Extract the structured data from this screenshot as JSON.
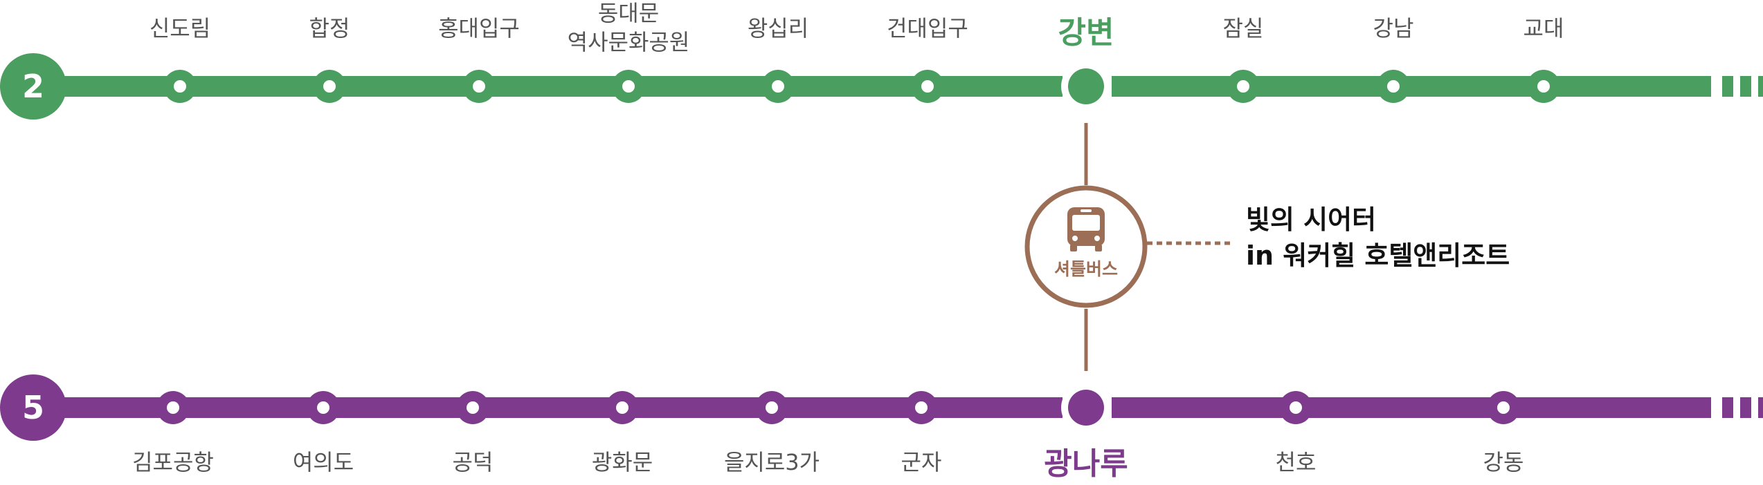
{
  "colors": {
    "line2": "#4a9e5f",
    "line5": "#7e3a8c",
    "shuttle": "#9b6e55",
    "text": "#555555",
    "dest": "#111111"
  },
  "line2": {
    "number": "2",
    "stations": [
      "신도림",
      "합정",
      "홍대입구",
      "동대문",
      "역사문화공원",
      "왕십리",
      "건대입구",
      "잠실",
      "강남",
      "교대"
    ],
    "transfer": "강변"
  },
  "line5": {
    "number": "5",
    "stations": [
      "김포공항",
      "여의도",
      "공덕",
      "광화문",
      "을지로3가",
      "군자",
      "천호",
      "강동"
    ],
    "transfer": "광나루"
  },
  "shuttle": {
    "label": "셔틀버스",
    "icon": "bus-icon"
  },
  "destination": {
    "line1": "빛의 시어터",
    "line2": "in 워커힐 호텔앤리조트"
  }
}
